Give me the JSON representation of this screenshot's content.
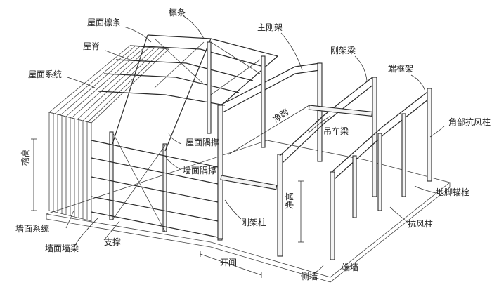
{
  "labels": {
    "roof_purlin": "屋面檩条",
    "purlin": "檩条",
    "main_frame": "主刚架",
    "ridge": "屋脊",
    "roof_system": "屋面系统",
    "rigid_beam": "刚架梁",
    "end_frame": "端框架",
    "clear_span": "净跨",
    "roof_bracing": "屋面隅撑",
    "crane_beam": "吊车梁",
    "corner_wind_column": "角部抗风柱",
    "eave_height": "檐高",
    "wall_bracing": "墙面隅撑",
    "wall_system": "墙面系统",
    "wall_girt": "墙面墙梁",
    "support": "支撑",
    "rigid_column": "刚架柱",
    "clear_height": "净高",
    "anchor_bolt": "地脚锚栓",
    "wind_column": "抗风柱",
    "bay": "开间",
    "side_wall": "侧墙",
    "end_wall": "端墙"
  }
}
